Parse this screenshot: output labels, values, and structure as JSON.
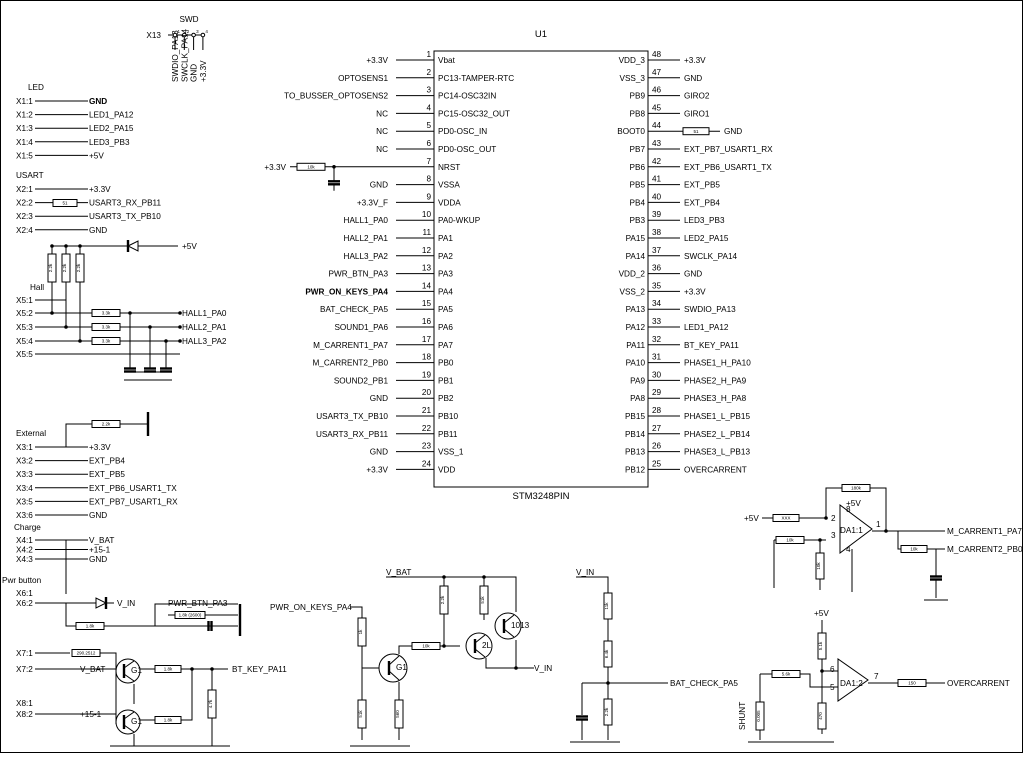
{
  "chip": {
    "ref": "U1",
    "part": "STM3248PIN",
    "left_pins": [
      {
        "num": "1",
        "name": "Vbat",
        "net": "+3.3V"
      },
      {
        "num": "2",
        "name": "PC13-TAMPER-RTC",
        "net": "OPTOSENS1"
      },
      {
        "num": "3",
        "name": "PC14-OSC32IN",
        "net": "TO_BUSSER_OPTOSENS2"
      },
      {
        "num": "4",
        "name": "PC15-OSC32_OUT",
        "net": "NC"
      },
      {
        "num": "5",
        "name": "PD0-OSC_IN",
        "net": "NC"
      },
      {
        "num": "6",
        "name": "PD0-OSC_OUT",
        "net": "NC"
      },
      {
        "num": "7",
        "name": "NRST",
        "net": ""
      },
      {
        "num": "8",
        "name": "VSSA",
        "net": "GND"
      },
      {
        "num": "9",
        "name": "VDDA",
        "net": "+3.3V_F"
      },
      {
        "num": "10",
        "name": "PA0-WKUP",
        "net": "HALL1_PA0"
      },
      {
        "num": "11",
        "name": "PA1",
        "net": "HALL2_PA1"
      },
      {
        "num": "12",
        "name": "PA2",
        "net": "HALL3_PA2"
      },
      {
        "num": "13",
        "name": "PA3",
        "net": "PWR_BTN_PA3"
      },
      {
        "num": "14",
        "name": "PA4",
        "net": "PWR_ON_KEYS_PA4"
      },
      {
        "num": "15",
        "name": "PA5",
        "net": "BAT_CHECK_PA5"
      },
      {
        "num": "16",
        "name": "PA6",
        "net": "SOUND1_PA6"
      },
      {
        "num": "17",
        "name": "PA7",
        "net": "M_CARRENT1_PA7"
      },
      {
        "num": "18",
        "name": "PB0",
        "net": "M_CARRENT2_PB0"
      },
      {
        "num": "19",
        "name": "PB1",
        "net": "SOUND2_PB1"
      },
      {
        "num": "20",
        "name": "PB2",
        "net": "GND"
      },
      {
        "num": "21",
        "name": "PB10",
        "net": "USART3_TX_PB10"
      },
      {
        "num": "22",
        "name": "PB11",
        "net": "USART3_RX_PB11"
      },
      {
        "num": "23",
        "name": "VSS_1",
        "net": "GND"
      },
      {
        "num": "24",
        "name": "VDD",
        "net": "+3.3V"
      }
    ],
    "right_pins": [
      {
        "num": "48",
        "name": "VDD_3",
        "net": "+3.3V"
      },
      {
        "num": "47",
        "name": "VSS_3",
        "net": "GND"
      },
      {
        "num": "46",
        "name": "PB9",
        "net": "GIRO2"
      },
      {
        "num": "45",
        "name": "PB8",
        "net": "GIRO1"
      },
      {
        "num": "44",
        "name": "BOOT0",
        "net": "GND"
      },
      {
        "num": "43",
        "name": "PB7",
        "net": "EXT_PB7_USART1_RX"
      },
      {
        "num": "42",
        "name": "PB6",
        "net": "EXT_PB6_USART1_TX"
      },
      {
        "num": "41",
        "name": "PB5",
        "net": "EXT_PB5"
      },
      {
        "num": "40",
        "name": "PB4",
        "net": "EXT_PB4"
      },
      {
        "num": "39",
        "name": "PB3",
        "net": "LED3_PB3"
      },
      {
        "num": "38",
        "name": "PA15",
        "net": "LED2_PA15"
      },
      {
        "num": "37",
        "name": "PA14",
        "net": "SWCLK_PA14"
      },
      {
        "num": "36",
        "name": "VDD_2",
        "net": "GND"
      },
      {
        "num": "35",
        "name": "VSS_2",
        "net": "+3.3V"
      },
      {
        "num": "34",
        "name": "PA13",
        "net": "SWDIO_PA13"
      },
      {
        "num": "33",
        "name": "PA12",
        "net": "LED1_PA12"
      },
      {
        "num": "32",
        "name": "PA11",
        "net": "BT_KEY_PA11"
      },
      {
        "num": "31",
        "name": "PA10",
        "net": "PHASE1_H_PA10"
      },
      {
        "num": "30",
        "name": "PA9",
        "net": "PHASE2_H_PA9"
      },
      {
        "num": "29",
        "name": "PA8",
        "net": "PHASE3_H_PA8"
      },
      {
        "num": "28",
        "name": "PB15",
        "net": "PHASE1_L_PB15"
      },
      {
        "num": "27",
        "name": "PB14",
        "net": "PHASE2_L_PB14"
      },
      {
        "num": "26",
        "name": "PB13",
        "net": "PHASE3_L_PB13"
      },
      {
        "num": "25",
        "name": "PB12",
        "net": "OVERCARRENT"
      }
    ],
    "nrst_pullup": {
      "net": "+3.3V",
      "value": "10k"
    },
    "boot0_res": "51"
  },
  "swd": {
    "ref": "X13",
    "title": "SWD",
    "pins": [
      {
        "num": "1",
        "net": "SWDIO_PA13"
      },
      {
        "num": "2",
        "net": "SWCLK_PA14"
      },
      {
        "num": "3",
        "net": "GND"
      },
      {
        "num": "4",
        "net": "+3.3V"
      }
    ]
  },
  "led": {
    "title": "LED",
    "pins": [
      {
        "pin": "X1:1",
        "net": "GND"
      },
      {
        "pin": "X1:2",
        "net": "LED1_PA12"
      },
      {
        "pin": "X1:3",
        "net": "LED2_PA15"
      },
      {
        "pin": "X1:4",
        "net": "LED3_PB3"
      },
      {
        "pin": "X1:5",
        "net": "+5V"
      }
    ]
  },
  "usart": {
    "title": "USART",
    "pins": [
      {
        "pin": "X2:1",
        "net": "+3.3V"
      },
      {
        "pin": "X2:2",
        "net": "USART3_RX_PB11"
      },
      {
        "pin": "X2:3",
        "net": "USART3_TX_PB10"
      },
      {
        "pin": "X2:4",
        "net": "GND"
      }
    ],
    "res": "51"
  },
  "hall": {
    "title": "Hall",
    "pins": [
      {
        "pin": "X5:1",
        "net": ""
      },
      {
        "pin": "X5:2",
        "net": "HALL1_PA0"
      },
      {
        "pin": "X5:3",
        "net": "HALL2_PA1"
      },
      {
        "pin": "X5:4",
        "net": "HALL3_PA2"
      },
      {
        "pin": "X5:5",
        "net": ""
      }
    ],
    "pullups": [
      "2.2k",
      "2.2k",
      "2.2k"
    ],
    "series": [
      "3.3k",
      "3.3k",
      "3.3k"
    ],
    "supply": "+5V"
  },
  "external": {
    "title": "External",
    "pins": [
      {
        "pin": "X3:1",
        "net": "+3.3V"
      },
      {
        "pin": "X3:2",
        "net": "EXT_PB4"
      },
      {
        "pin": "X3:3",
        "net": "EXT_PB5"
      },
      {
        "pin": "X3:4",
        "net": "EXT_PB6_USART1_TX"
      },
      {
        "pin": "X3:5",
        "net": "EXT_PB7_USART1_RX"
      },
      {
        "pin": "X3:6",
        "net": "GND"
      }
    ],
    "res": "2.2k"
  },
  "charge": {
    "title": "Charge",
    "pins": [
      {
        "pin": "X4:1",
        "net": "V_BAT"
      },
      {
        "pin": "X4:2",
        "net": "+15-1"
      },
      {
        "pin": "X4:3",
        "net": "GND"
      }
    ]
  },
  "pwr_button": {
    "title": "Pwr button",
    "pins": [
      {
        "pin": "X6:1",
        "net": ""
      },
      {
        "pin": "X6:2",
        "net": "V_IN"
      }
    ],
    "net_btn": "PWR_BTN_PA3",
    "res_left": "1.8k",
    "res_right": "1.8k (2600)"
  },
  "bt_key": {
    "pins": [
      {
        "pin": "X7:1",
        "net": "290.2512"
      },
      {
        "pin": "X7:2",
        "net": "V_BAT"
      },
      {
        "pin": "X8:1",
        "net": ""
      },
      {
        "pin": "X8:2",
        "net": "+15-1"
      }
    ],
    "q1": "G1",
    "q2": "G1",
    "r1": "1.8k",
    "r2": "1.8k",
    "r3": "4.7k",
    "net": "BT_KEY_PA11"
  },
  "power_sw": {
    "vbat": "V_BAT",
    "keys": "PWR_ON_KEYS_PA4",
    "vin": "V_IN",
    "q1": "G1",
    "q2": "2L",
    "q3": "1013",
    "r_gate": "1k",
    "r_q1a": "51k",
    "r_q1b": "560",
    "r_base": "10k",
    "r_top1": "2.2k",
    "r_top2": "51k"
  },
  "bat_check": {
    "vin": "V_IN",
    "net": "BAT_CHECK_PA5",
    "r1": "11k",
    "r2": "6.4k",
    "r3": "2.2k"
  },
  "current_amp": {
    "supply": "+5V",
    "opamp": "DA1:1",
    "r_in1": "XXX",
    "r_in2": "10k",
    "r_gnd": "10k",
    "r_fb": "180k",
    "r_out": "10k",
    "pin_minus": "2",
    "pin_plus": "3",
    "pin_out": "1",
    "pin_vcc": "8",
    "pin_gnd": "4",
    "out1": "M_CARRENT1_PA7",
    "out2": "M_CARRENT2_PB0"
  },
  "overcurrent": {
    "supply": "+5V",
    "opamp": "DA1:2",
    "r_top": "5.1k",
    "r_bot": "470",
    "r_in": "5.6k",
    "r_shunt": "0.005",
    "r_out": "150",
    "pin_minus": "6",
    "pin_plus": "5",
    "pin_out": "7",
    "shunt": "SHUNT",
    "out": "OVERCARRENT"
  }
}
